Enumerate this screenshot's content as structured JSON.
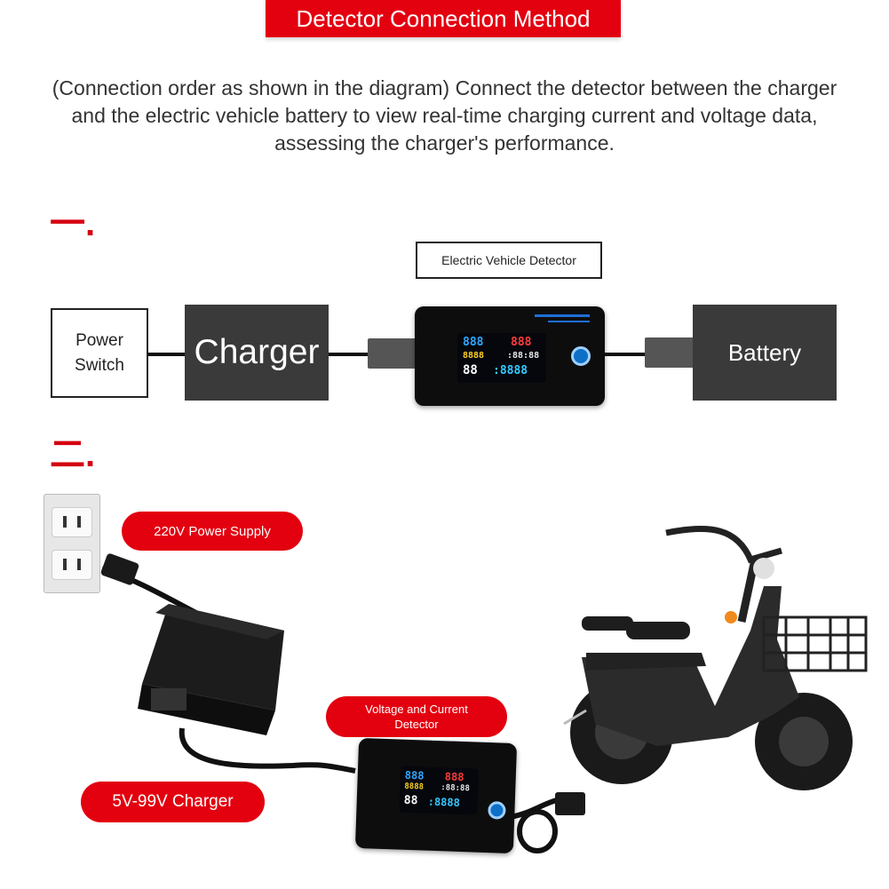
{
  "header": {
    "title": "Detector Connection Method",
    "intro": "(Connection order as shown in the diagram) Connect the detector between the charger and the electric vehicle battery to view real-time charging current and voltage data, assessing the charger's performance."
  },
  "section1": {
    "marker": "一.",
    "detector_label": "Electric Vehicle Detector",
    "power_switch": "Power Switch",
    "charger": "Charger",
    "battery": "Battery"
  },
  "section2": {
    "marker": "二.",
    "power_supply": "220V Power Supply",
    "detector_pill": "Voltage and Current Detector",
    "charger_pill": "5V-99V Charger"
  },
  "display": {
    "voltage": "888",
    "current": "888",
    "power": "8888",
    "energy": ":88:88",
    "temp": "88",
    "time": ":8888"
  },
  "colors": {
    "accent": "#e3000f",
    "dark_box": "#3a3a3a"
  }
}
